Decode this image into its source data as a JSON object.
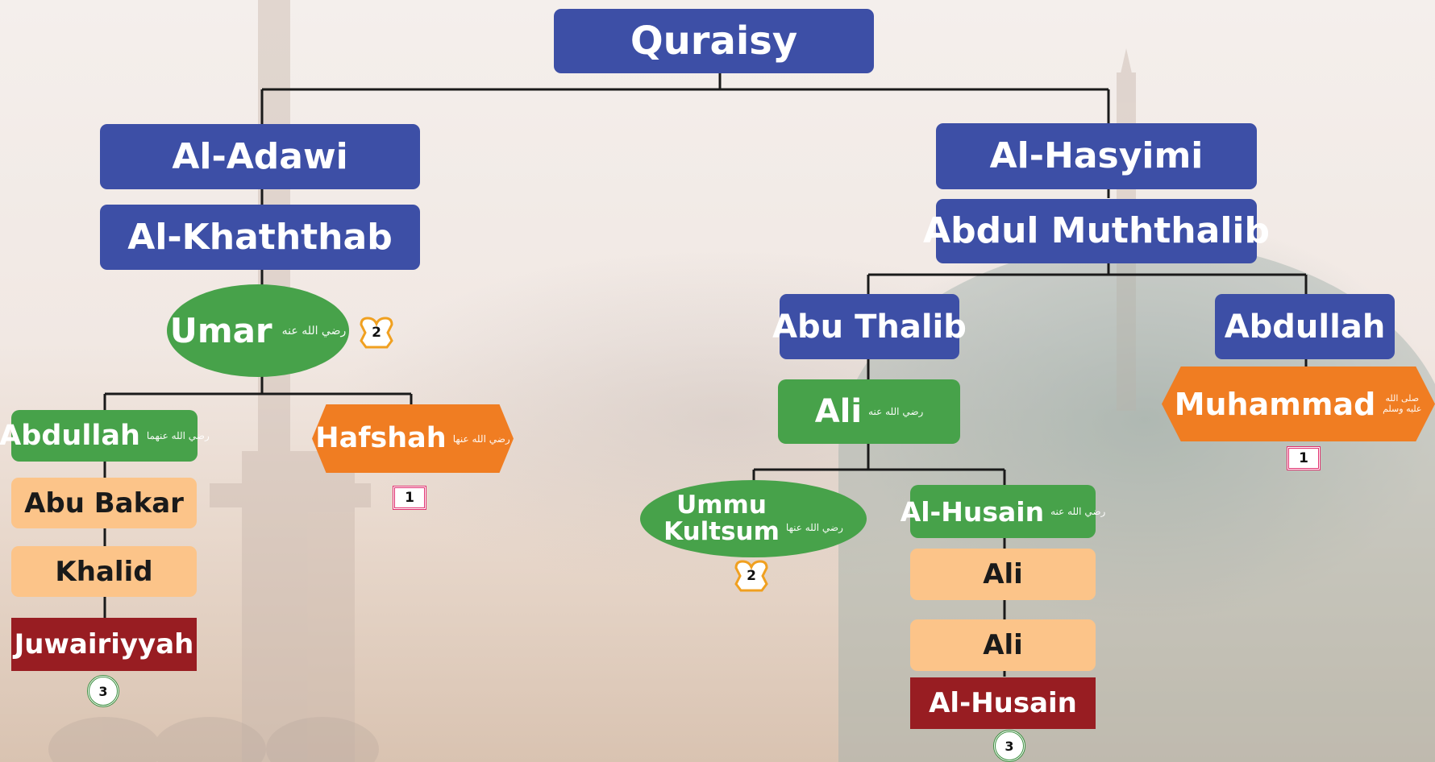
{
  "root": {
    "label": "Quraisy"
  },
  "left": {
    "clan": "Al-Adawi",
    "father": "Al-Khaththab",
    "umar": {
      "name": "Umar",
      "honorific": "رضي الله عنه",
      "badge": "2"
    },
    "abdullah": {
      "name": "Abdullah",
      "honorific": "رضي الله عنهما"
    },
    "hafshah": {
      "name": "Hafshah",
      "honorific": "رضي الله عنها",
      "badge": "1"
    },
    "chain": [
      "Abu Bakar",
      "Khalid"
    ],
    "end": {
      "name": "Juwairiyyah",
      "badge": "3"
    }
  },
  "right": {
    "clan": "Al-Hasyimi",
    "father": "Abdul Muththalib",
    "abu_thalib": "Abu Thalib",
    "abdullah": "Abdullah",
    "ali": {
      "name": "Ali",
      "honorific": "رضي الله عنه"
    },
    "muhammad": {
      "name": "Muhammad",
      "honorific": "صلى الله عليه وسلم",
      "badge": "1"
    },
    "ummu": {
      "name_line1": "Ummu",
      "name_line2": "Kultsum",
      "honorific": "رضي الله عنها",
      "badge": "2"
    },
    "husain": {
      "name": "Al-Husain",
      "honorific": "رضي الله عنه"
    },
    "chain": [
      "Ali",
      "Ali"
    ],
    "end": {
      "name": "Al-Husain",
      "badge": "3"
    }
  },
  "colors": {
    "blue": "#3d4fa6",
    "green": "#47a24a",
    "peach": "#fcc489",
    "maroon": "#981d22",
    "orange": "#f07d22",
    "line": "#1a1a1a"
  }
}
